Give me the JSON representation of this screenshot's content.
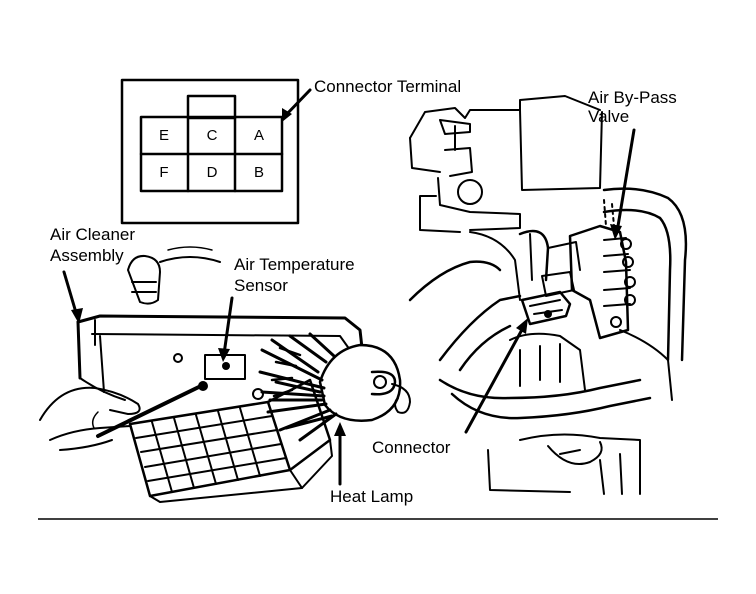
{
  "labels": {
    "connector_terminal": "Connector Terminal",
    "air_bypass_valve_1": "Air By-Pass",
    "air_bypass_valve_2": "Valve",
    "air_cleaner_1": "Air Cleaner",
    "air_cleaner_2": "Assembly",
    "air_temp_sensor_1": "Air Temperature",
    "air_temp_sensor_2": "Sensor",
    "connector": "Connector",
    "heat_lamp": "Heat Lamp"
  },
  "terminals": {
    "row1": [
      "E",
      "C",
      "A"
    ],
    "row2": [
      "F",
      "D",
      "B"
    ]
  },
  "colors": {
    "ink": "#000000",
    "paper": "#ffffff"
  }
}
